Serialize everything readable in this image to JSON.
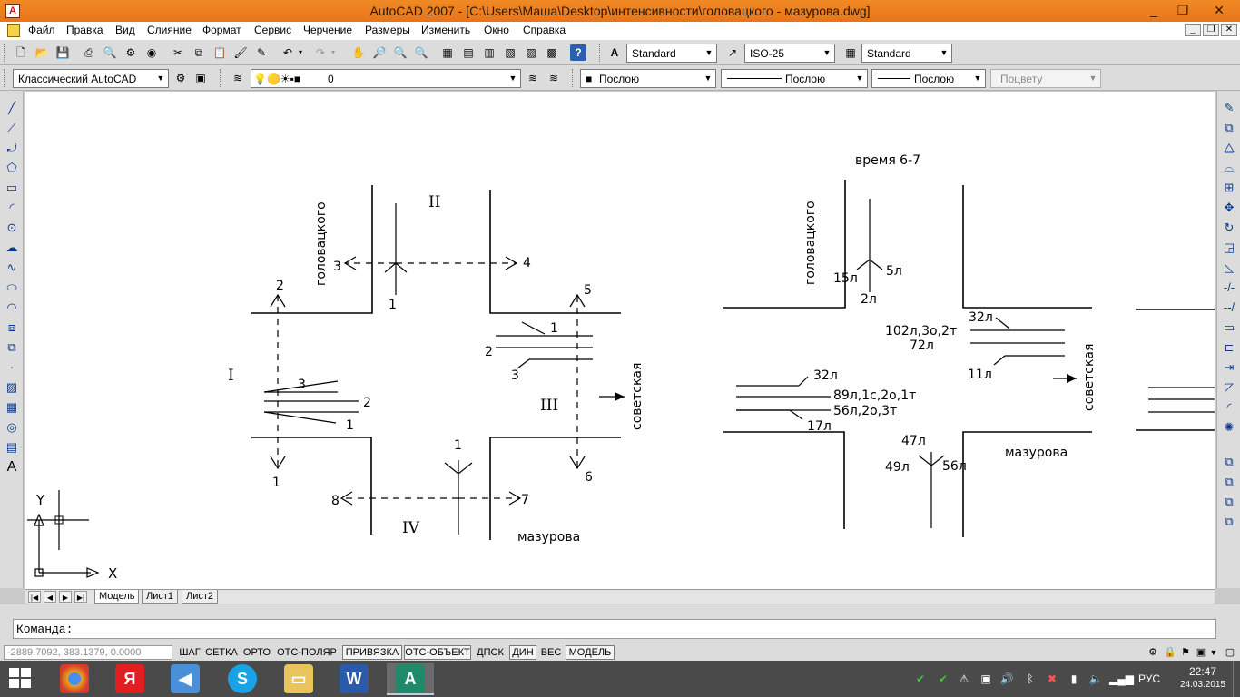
{
  "window": {
    "title": "AutoCAD 2007 - [C:\\Users\\Маша\\Desktop\\интенсивности\\головацкого - мазурова.dwg]",
    "minimize": "_",
    "restore": "❐",
    "close": "✕"
  },
  "menu": {
    "items": [
      "Файл",
      "Правка",
      "Вид",
      "Слияние",
      "Формат",
      "Сервис",
      "Черчение",
      "Размеры",
      "Изменить",
      "Окно",
      "Справка"
    ]
  },
  "toolbar_standard": {
    "text_style": "Standard",
    "dim_style": "ISO-25",
    "table_style": "Standard"
  },
  "toolbar_layers": {
    "workspace": "Классический AutoCAD",
    "layer": "0",
    "color": "Послою",
    "linetype": "Послою",
    "lineweight": "Послою",
    "plotstyle": "Поцвету"
  },
  "drawing": {
    "left": {
      "street_vertical": "головацкого",
      "street_horizontal": "советская",
      "street_bottom": "мазурова",
      "approach_1": "I",
      "approach_2": "II",
      "approach_3": "III",
      "approach_4": "IV",
      "n1a": "1",
      "n2a": "2",
      "n3a": "3",
      "n1b": "1",
      "n2b": "2",
      "n3b": "3",
      "n1c": "1",
      "n3c": "3",
      "n4c": "4",
      "n1d": "1",
      "n5d": "5",
      "n6d": "6",
      "n1e": "1",
      "n7e": "7",
      "n8e": "8",
      "n2f": "2",
      "n1f": "1"
    },
    "right": {
      "time": "время 6-7",
      "street_vertical": "головацкого",
      "street_horizontal": "советская",
      "street_bottom": "мазурова",
      "north_left": "15л",
      "north_right": "5л",
      "north_through": "2л",
      "east_top": "32л",
      "east_mid1": "102л,3о,2т",
      "east_mid2": "72л",
      "east_bottom": "11л",
      "west_top": "32л",
      "west_mid1": "89л,1с,2о,1т",
      "west_mid2": "56л,2о,3т",
      "west_bottom": "17л",
      "south_through": "47л",
      "south_left": "49л",
      "south_right": "56л"
    },
    "ucs_y": "Y",
    "ucs_x": "X"
  },
  "layout_tabs": [
    "Модель",
    "Лист1",
    "Лист2"
  ],
  "command": {
    "prompt": "Команда:"
  },
  "status": {
    "coords": "-2889.7092, 383.1379, 0.0000",
    "buttons": [
      "ШАГ",
      "СЕТКА",
      "ОРТО",
      "ОТС-ПОЛЯР",
      "ПРИВЯЗКА",
      "ОТС-ОБЪЕКТ",
      "ДПСК",
      "ДИН",
      "ВЕС",
      "МОДЕЛЬ"
    ]
  },
  "taskbar": {
    "lang": "РУС",
    "time": "22:47",
    "date": "24.03.2015",
    "apps": [
      "chrome-icon",
      "yandex-icon",
      "media-icon",
      "skype-icon",
      "explorer-icon",
      "word-icon",
      "autocad-icon"
    ]
  }
}
